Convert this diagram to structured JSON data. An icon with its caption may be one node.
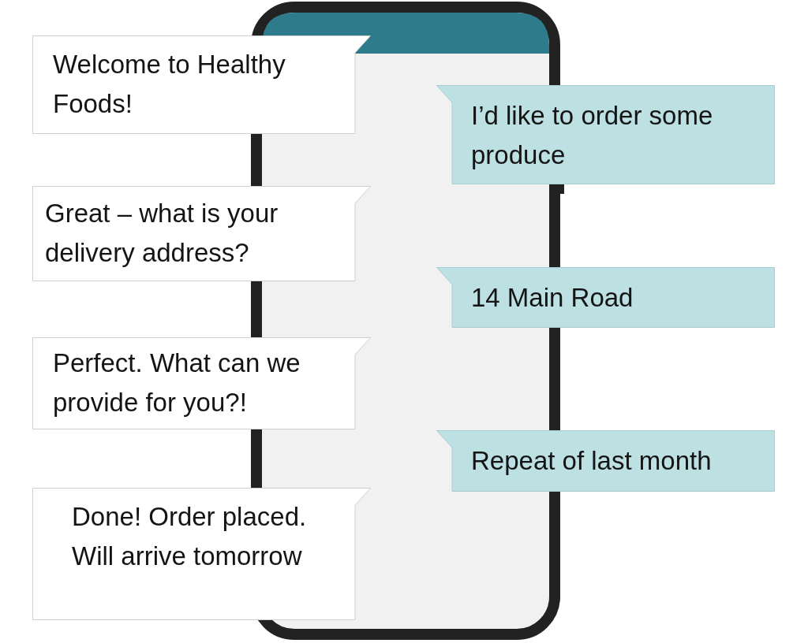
{
  "diagram": {
    "nodes": [
      {
        "text": [
          "Welcome to Healthy Foods!"
        ]
      },
      {
        "text": [
          "I’d like to order some produce"
        ]
      },
      {
        "text": [
          "Great – what is your delivery address?"
        ]
      },
      {
        "text": [
          "14 Main Road"
        ]
      },
      {
        "text": [
          "Perfect. What can we provide for you?!"
        ]
      },
      {
        "text": [
          "Repeat of last month"
        ]
      },
      {
        "text": [
          "Done! Order placed. Will arrive tomorrow"
        ]
      }
    ]
  }
}
